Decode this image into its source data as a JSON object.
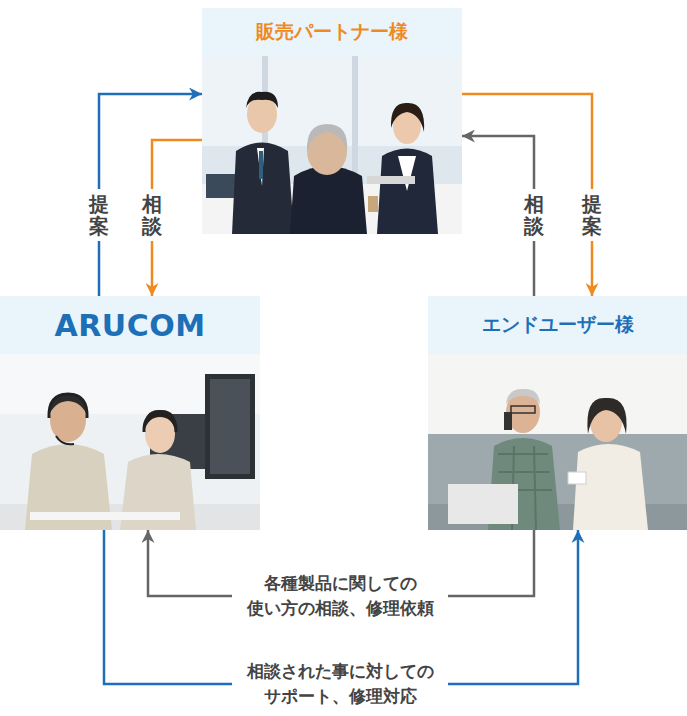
{
  "diagram": {
    "nodes": [
      {
        "text": [
          "販売パートナー様"
        ]
      },
      {
        "text": [
          "ARUCOM"
        ]
      },
      {
        "text": [
          "エンドユーザー様"
        ]
      }
    ],
    "edges": [
      {
        "from": 1,
        "to": 0,
        "label": "提案",
        "arrow": "to"
      },
      {
        "from": 0,
        "to": 1,
        "label": "相談",
        "arrow": "to"
      },
      {
        "from": 2,
        "to": 0,
        "label": "相談",
        "arrow": "to"
      },
      {
        "from": 0,
        "to": 2,
        "label": "提案",
        "arrow": "to"
      },
      {
        "from": 2,
        "to": 1,
        "label": "各種製品に関しての 使い方の相談、修理依頼",
        "arrow": "to"
      },
      {
        "from": 1,
        "to": 2,
        "label": "相談された事に対しての サポート、修理対応",
        "arrow": "to"
      }
    ]
  }
}
